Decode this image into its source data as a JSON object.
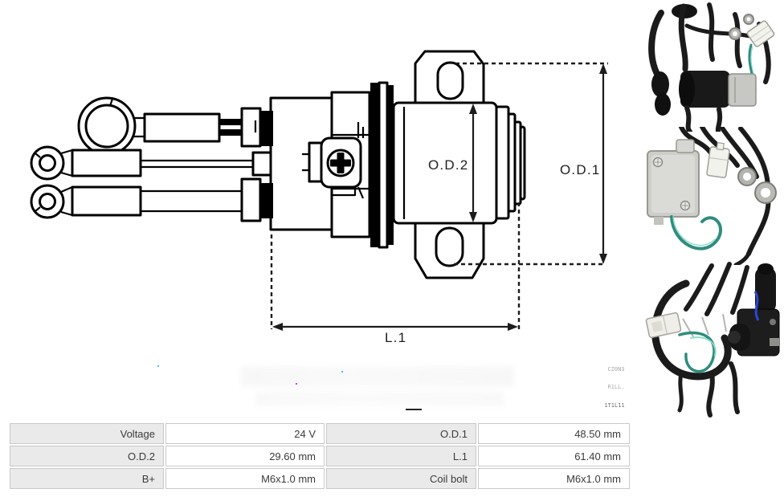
{
  "diagram": {
    "dimension_labels": {
      "od2": "O.D.2",
      "od1": "O.D.1",
      "l1": "L.1"
    }
  },
  "side_codes": [
    "CZ0N3",
    "R1LL.",
    "1T1L11"
  ],
  "spec_table": {
    "rows": [
      {
        "c0_label": "Voltage",
        "c0_value": "24 V",
        "c1_label": "O.D.1",
        "c1_value": "48.50 mm"
      },
      {
        "c0_label": "O.D.2",
        "c0_value": "29.60 mm",
        "c1_label": "L.1",
        "c1_value": "61.40 mm"
      },
      {
        "c0_label": "B+",
        "c0_value": "M6x1.0 mm",
        "c1_label": "Coil bolt",
        "c1_value": "M6x1.0 mm"
      }
    ]
  },
  "colors": {
    "line": "#000000",
    "dimension": "#1c1c1c",
    "table_label_bg": "#eaeaea",
    "table_border": "#c9c9c9",
    "teal_wire": "#2f8d7d",
    "wire_black": "#1b1b1b",
    "connector_white": "#f2f2ec"
  }
}
